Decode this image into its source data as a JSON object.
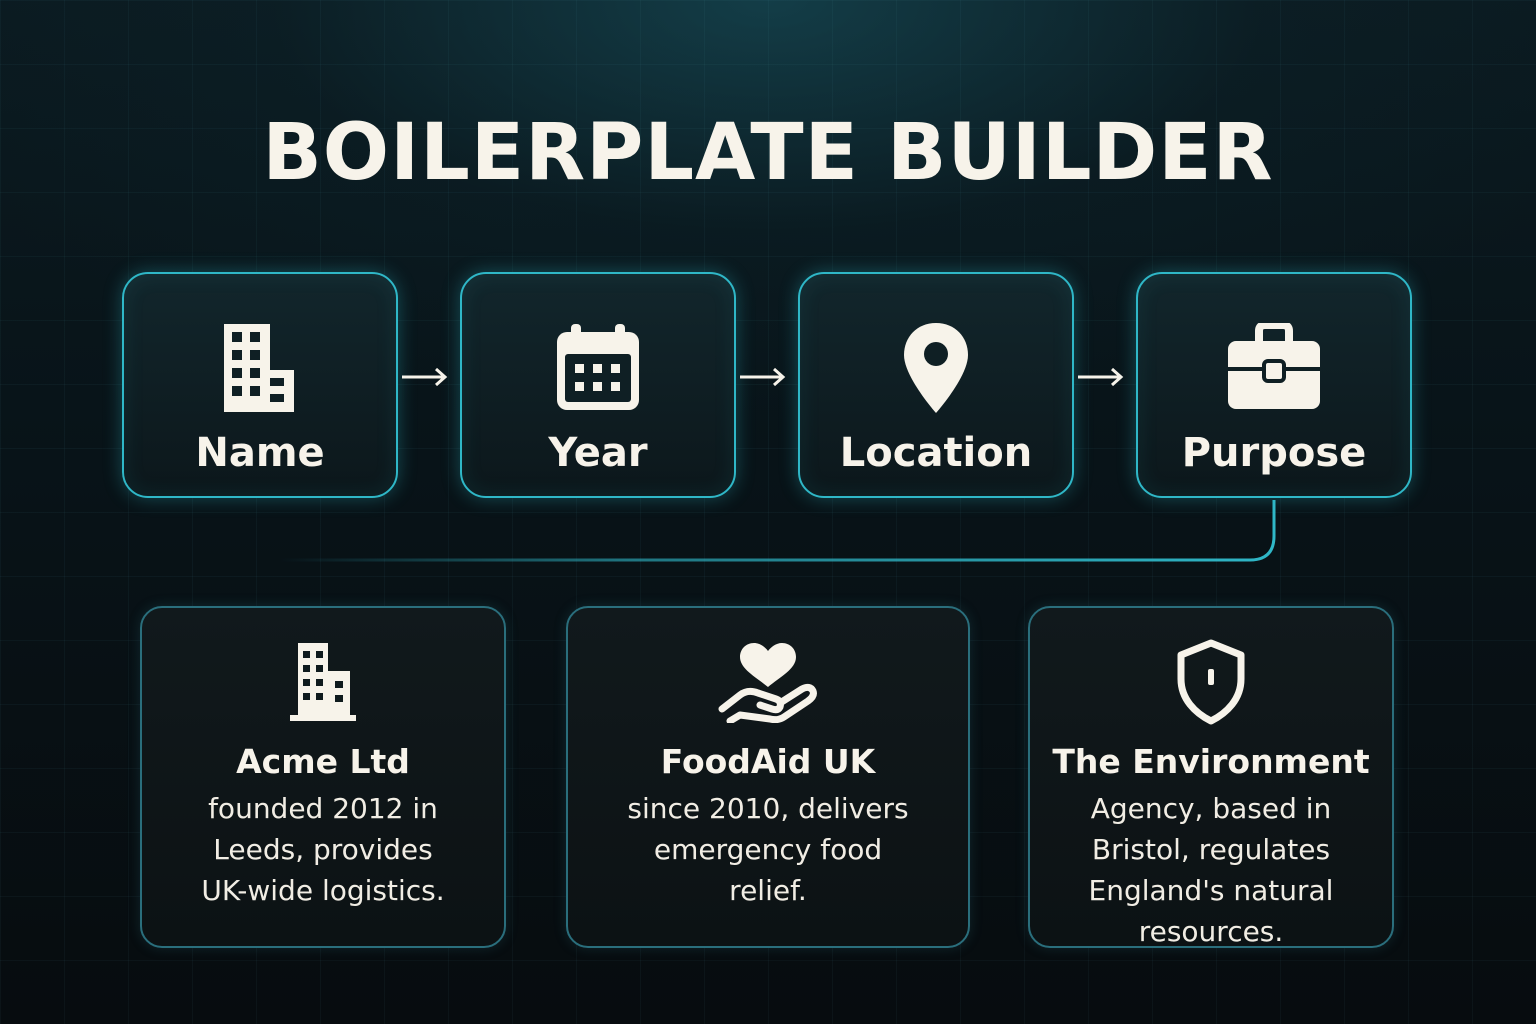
{
  "title": "BOILERPLATE BUILDER",
  "colors": {
    "accent": "#2fb7c7",
    "card_border": "#2a6e7c",
    "text": "#f7f3ea",
    "background": "#081318"
  },
  "steps": [
    {
      "label": "Name",
      "icon": "building-icon"
    },
    {
      "label": "Year",
      "icon": "calendar-icon"
    },
    {
      "label": "Location",
      "icon": "map-pin-icon"
    },
    {
      "label": "Purpose",
      "icon": "briefcase-icon"
    }
  ],
  "examples": [
    {
      "name": "Acme Ltd",
      "description": "founded 2012 in Leeds, provides UK-wide logistics.",
      "icon": "office-building-icon"
    },
    {
      "name": "FoodAid UK",
      "description": "since 2010, delivers emergency food relief.",
      "icon": "heart-hand-icon"
    },
    {
      "name": "The Environment",
      "description": "Agency, based in Bristol, regulates England's natural resources.",
      "icon": "shield-icon"
    }
  ]
}
